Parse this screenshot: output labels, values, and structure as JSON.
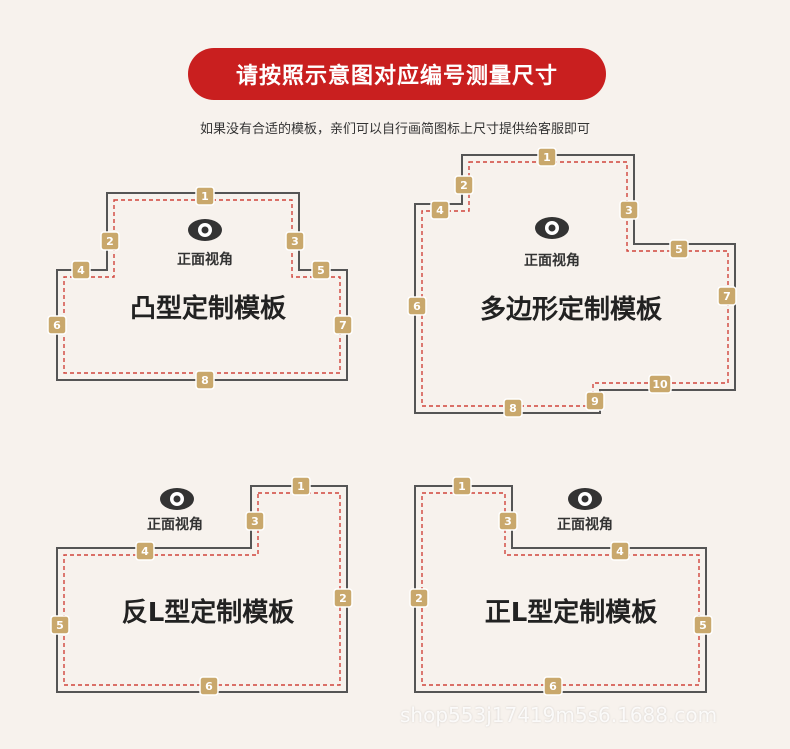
{
  "header": {
    "banner": "请按照示意图对应编号测量尺寸",
    "subtitle": "如果没有合适的模板，亲们可以自行画简图标上尺寸提供给客服即可"
  },
  "view_label": "正面视角",
  "templates": [
    {
      "title": "凸型定制模板",
      "badges": [
        "1",
        "2",
        "3",
        "4",
        "5",
        "6",
        "7",
        "8"
      ]
    },
    {
      "title": "多边形定制模板",
      "badges": [
        "1",
        "2",
        "3",
        "4",
        "5",
        "6",
        "7",
        "8",
        "9",
        "10"
      ]
    },
    {
      "title": "反L型定制模板",
      "badges": [
        "1",
        "2",
        "3",
        "4",
        "5",
        "6"
      ]
    },
    {
      "title": "正L型定制模板",
      "badges": [
        "1",
        "2",
        "3",
        "4",
        "5",
        "6"
      ]
    }
  ],
  "watermark": "shop553j17419m5s6.1688.com",
  "colors": {
    "banner": "#c91f1f",
    "badge": "#c9a86c",
    "dash": "#d0443c",
    "outline": "#555555"
  }
}
